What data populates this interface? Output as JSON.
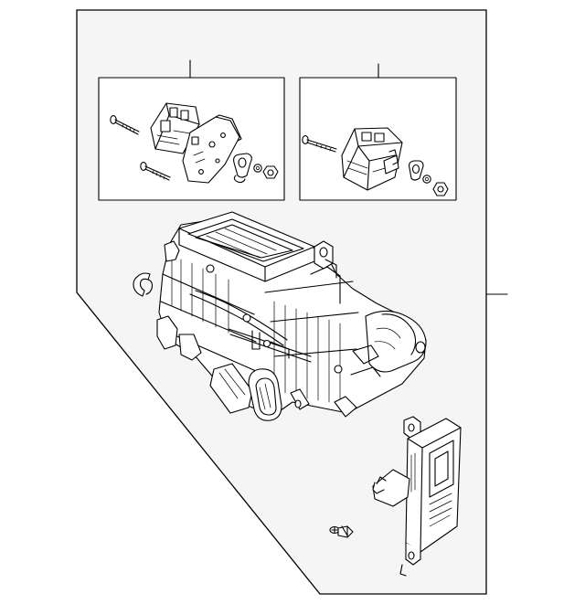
{
  "diagram": {
    "style": "exploded parts illustration",
    "background_color": "#f5f5f5",
    "line_color": "#000000",
    "components": [
      "left-actuator-kit",
      "right-actuator-kit",
      "heater-core-housing",
      "control-module",
      "clip",
      "screw"
    ],
    "callouts": []
  }
}
